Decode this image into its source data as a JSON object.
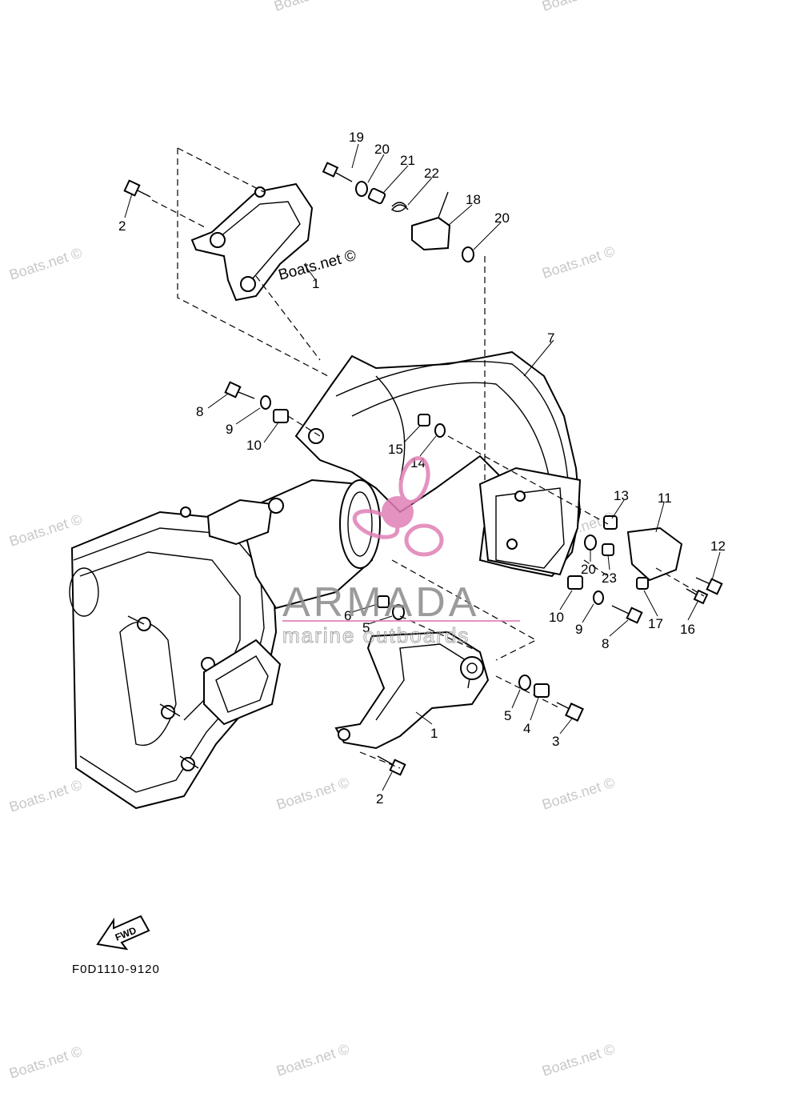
{
  "watermarks": {
    "text": "Boats.net ©"
  },
  "inline_watermark": "Boats.net ©",
  "branding": {
    "name": "ARMADA",
    "tagline": "marine outboards",
    "logo_color": "#e07fb6"
  },
  "diagram_code": "F0D1110-9120",
  "fwd_label": "FWD",
  "callouts": [
    {
      "id": "c19",
      "label": "19"
    },
    {
      "id": "c20a",
      "label": "20"
    },
    {
      "id": "c21",
      "label": "21"
    },
    {
      "id": "c22",
      "label": "22"
    },
    {
      "id": "c18",
      "label": "18"
    },
    {
      "id": "c20b",
      "label": "20"
    },
    {
      "id": "c2a",
      "label": "2"
    },
    {
      "id": "c1a",
      "label": "1"
    },
    {
      "id": "c7",
      "label": "7"
    },
    {
      "id": "c8a",
      "label": "8"
    },
    {
      "id": "c9a",
      "label": "9"
    },
    {
      "id": "c10a",
      "label": "10"
    },
    {
      "id": "c15",
      "label": "15"
    },
    {
      "id": "c14",
      "label": "14"
    },
    {
      "id": "c13",
      "label": "13"
    },
    {
      "id": "c11",
      "label": "11"
    },
    {
      "id": "c12",
      "label": "12"
    },
    {
      "id": "c20c",
      "label": "20"
    },
    {
      "id": "c23",
      "label": "23"
    },
    {
      "id": "c10b",
      "label": "10"
    },
    {
      "id": "c9b",
      "label": "9"
    },
    {
      "id": "c8b",
      "label": "8"
    },
    {
      "id": "c17",
      "label": "17"
    },
    {
      "id": "c16",
      "label": "16"
    },
    {
      "id": "c6",
      "label": "6"
    },
    {
      "id": "c5a",
      "label": "5"
    },
    {
      "id": "c5b",
      "label": "5"
    },
    {
      "id": "c4",
      "label": "4"
    },
    {
      "id": "c3",
      "label": "3"
    },
    {
      "id": "c1b",
      "label": "1"
    },
    {
      "id": "c2b",
      "label": "2"
    }
  ]
}
